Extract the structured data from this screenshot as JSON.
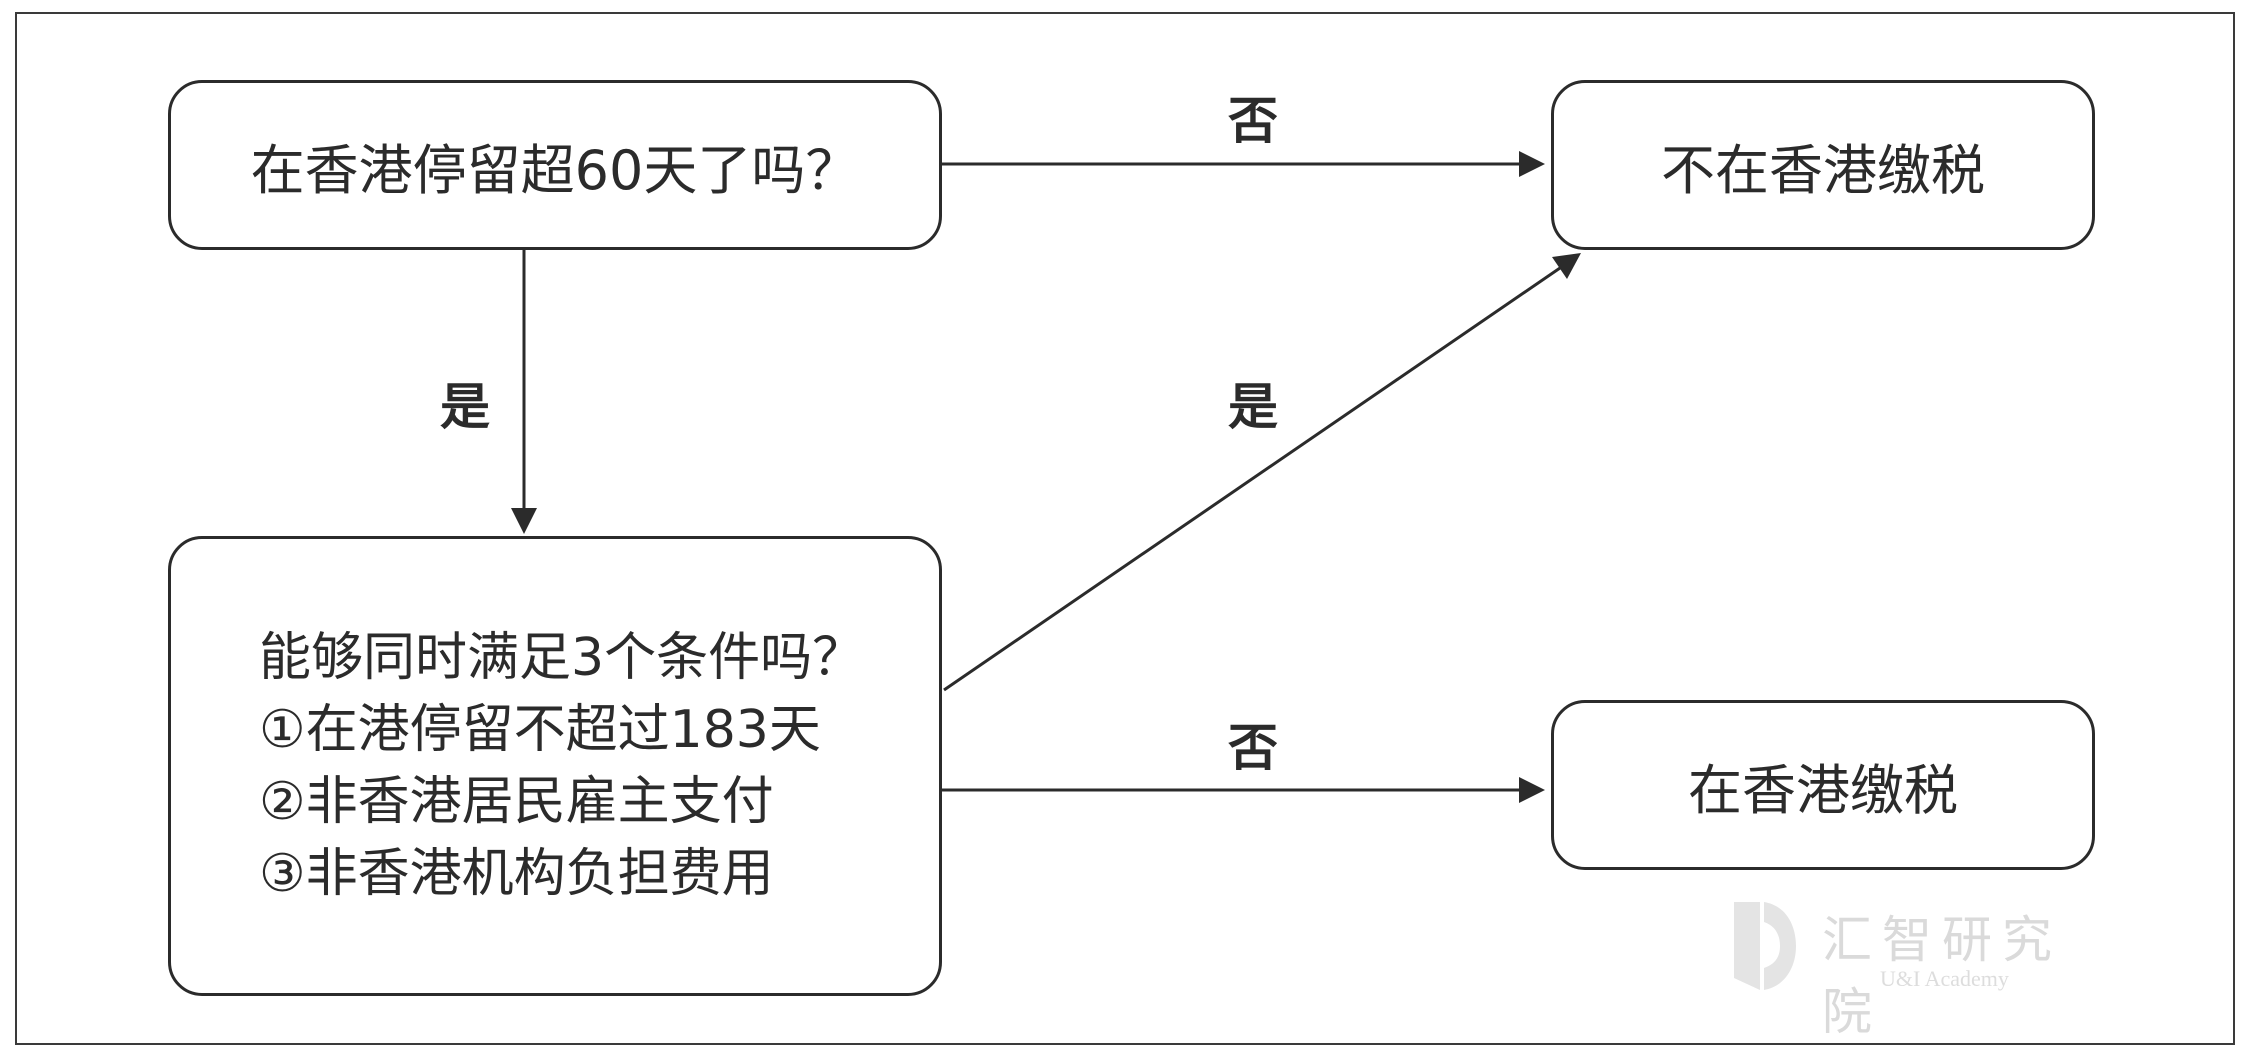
{
  "diagram": {
    "nodes": {
      "q1": {
        "text": "在香港停留超60天了吗？"
      },
      "q2": {
        "lines": [
          "能够同时满足3个条件吗？",
          "①在港停留不超过183天",
          "②非香港居民雇主支付",
          "③非香港机构负担费用"
        ]
      },
      "out_no_tax": {
        "text": "不在香港缴税"
      },
      "out_tax": {
        "text": "在香港缴税"
      }
    },
    "edges": {
      "q1_no": {
        "label": "否"
      },
      "q1_yes": {
        "label": "是"
      },
      "q2_yes": {
        "label": "是"
      },
      "q2_no": {
        "label": "否"
      }
    }
  },
  "watermark": {
    "cn": "汇智研究院",
    "en": "U&I Academy"
  },
  "colors": {
    "stroke": "#2b2b2b",
    "watermark": "#dadada"
  }
}
